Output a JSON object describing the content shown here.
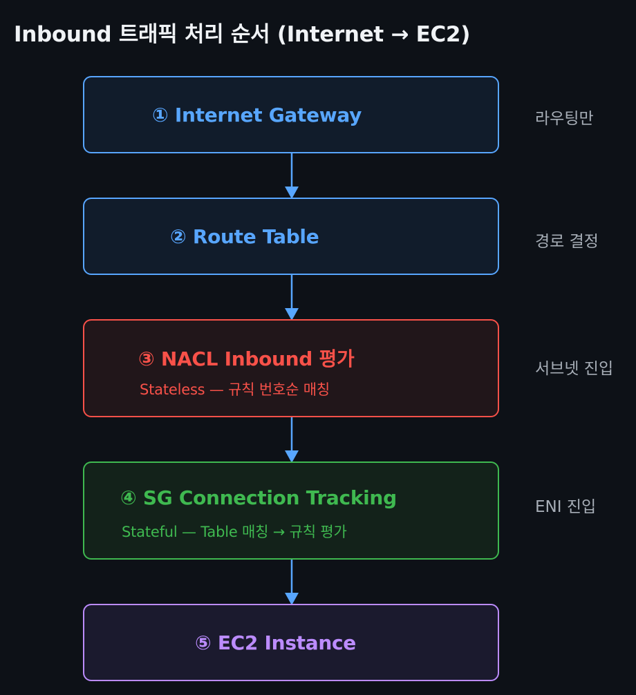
{
  "title": "Inbound 트래픽 처리 순서 (Internet → EC2)",
  "steps": [
    {
      "label": "① Internet Gateway",
      "sub": "",
      "note": "라우팅만"
    },
    {
      "label": "② Route Table",
      "sub": "",
      "note": "경로 결정"
    },
    {
      "label": "③ NACL Inbound 평가",
      "sub": "Stateless — 규칙 번호순 매칭",
      "note": "서브넷 진입"
    },
    {
      "label": "④ SG Connection Tracking",
      "sub": "Stateful — Table 매칭 → 규칙 평가",
      "note": "ENI 진입"
    },
    {
      "label": "⑤ EC2 Instance",
      "sub": "",
      "note": ""
    }
  ],
  "colors": {
    "background": "#0d1117",
    "title": "#f0f3f6",
    "note": "#a7aeb7",
    "arrow": "#58a6ff",
    "blue": "#58a6ff",
    "blue_fill": "#111c2b",
    "red": "#f85149",
    "red_fill": "#21161a",
    "green": "#3fb950",
    "green_fill": "#13221a",
    "purple": "#bc8cff",
    "purple_fill": "#1b1a2e"
  }
}
